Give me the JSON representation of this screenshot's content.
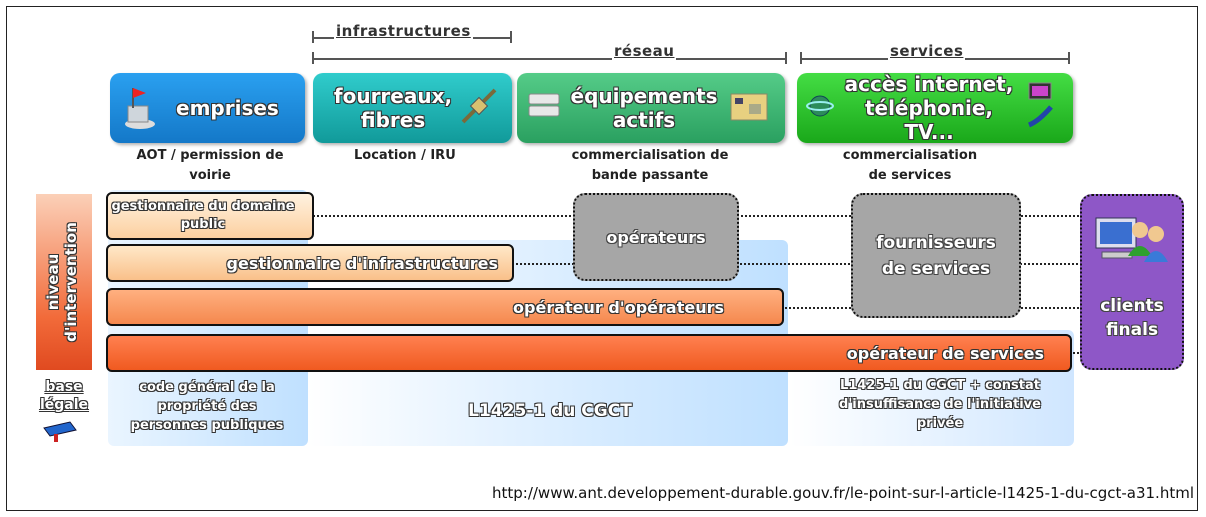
{
  "brackets": {
    "infrastructures": "infrastructures",
    "reseau": "réseau",
    "services": "services"
  },
  "categories": {
    "emprises": "emprises",
    "fourreaux": "fourreaux, fibres",
    "equipements": "équipements actifs",
    "acces": "accès internet, téléphonie, TV..."
  },
  "subtitles": {
    "aot": "AOT / permission de voirie",
    "location": "Location / IRU",
    "bande": "commercialisation de bande passante",
    "services": "commercialisation de services"
  },
  "side": {
    "niveau": "niveau d'intervention",
    "base_legale": "base légale"
  },
  "roles": {
    "gestionnaire_domaine": "gestionnaire du domaine public",
    "gestionnaire_infra": "gestionnaire d'infrastructures",
    "operateur_operateurs": "opérateur d'opérateurs",
    "operateur_services": "opérateur de services"
  },
  "actors": {
    "operateurs": "opérateurs",
    "fournisseurs": "fournisseurs de services",
    "clients": "clients finals"
  },
  "legal": {
    "code": "code général de la propriété des personnes publiques",
    "l1425": "L1425-1 du CGCT",
    "l1425_constat": "L1425-1 du CGCT + constat d'insuffisance de l'initiative privée"
  },
  "source_url": "http://www.ant.developpement-durable.gouv.fr/le-point-sur-l-article-l1425-1-du-cgct-a31.html",
  "colors": {
    "emprises": "#1f8fe0",
    "fourreaux": "#1fb6b6",
    "equipements": "#3cb878",
    "acces": "#3cc53c",
    "niveau": "#f26b3a",
    "clients": "#8e57c7"
  }
}
